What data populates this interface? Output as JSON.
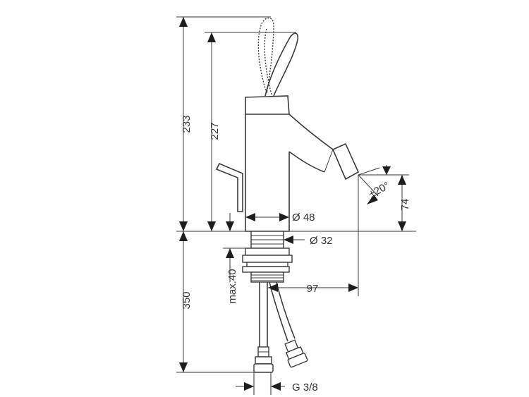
{
  "dimensions": {
    "total_height": "233",
    "spout_height": "227",
    "outlet_height": "74",
    "swivel_angle": "±20°",
    "body_diameter": "Ø 48",
    "shank_diameter": "Ø 32",
    "max_deck_thickness": "max.40",
    "projection": "97",
    "hose_length": "350",
    "connection_thread": "G 3/8"
  },
  "colors": {
    "line": "#3a3a3a",
    "arrow": "#1e1e1e",
    "text": "#333333",
    "background": "#ffffff"
  }
}
